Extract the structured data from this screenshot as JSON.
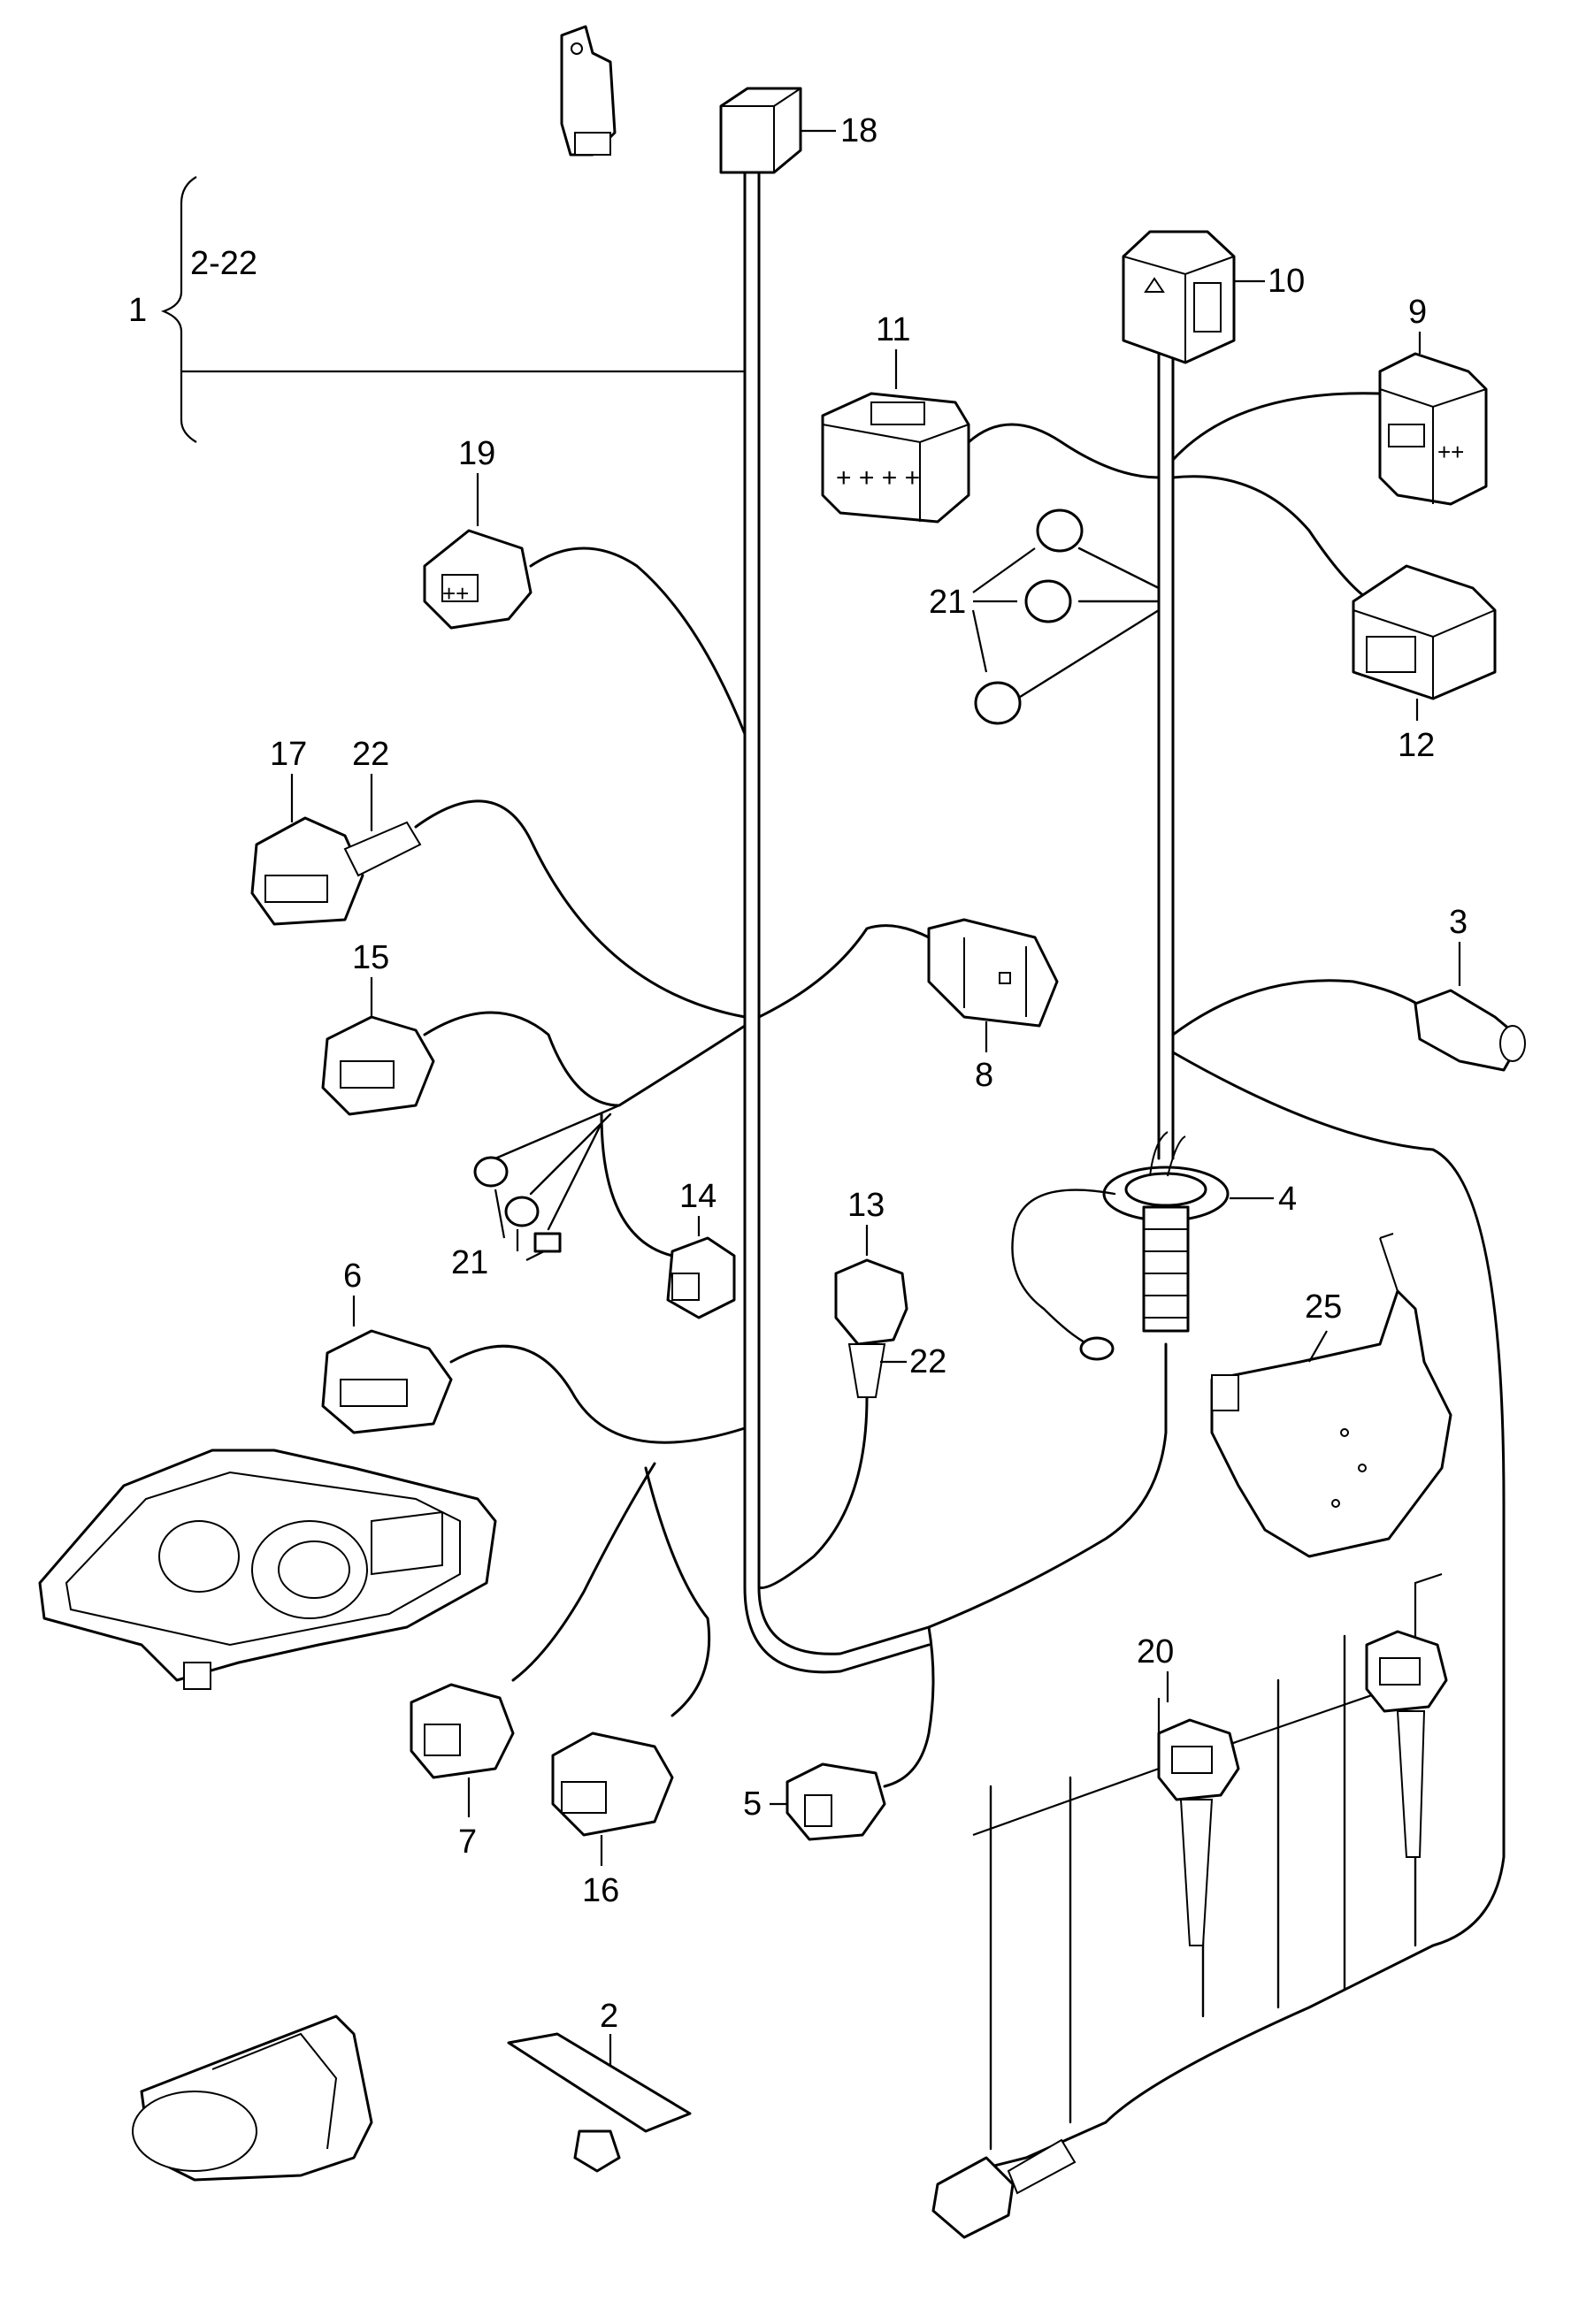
{
  "callouts": {
    "c1": "1",
    "c1_range": "2-22",
    "c2": "2",
    "c3": "3",
    "c4": "4",
    "c5": "5",
    "c6": "6",
    "c7": "7",
    "c8": "8",
    "c9": "9",
    "c10": "10",
    "c11": "11",
    "c12": "12",
    "c13": "13",
    "c14": "14",
    "c15": "15",
    "c16": "16",
    "c17": "17",
    "c18": "18",
    "c19": "19",
    "c20": "20",
    "c21a": "21",
    "c21b": "21",
    "c22a": "22",
    "c22b": "22",
    "c25": "25"
  }
}
